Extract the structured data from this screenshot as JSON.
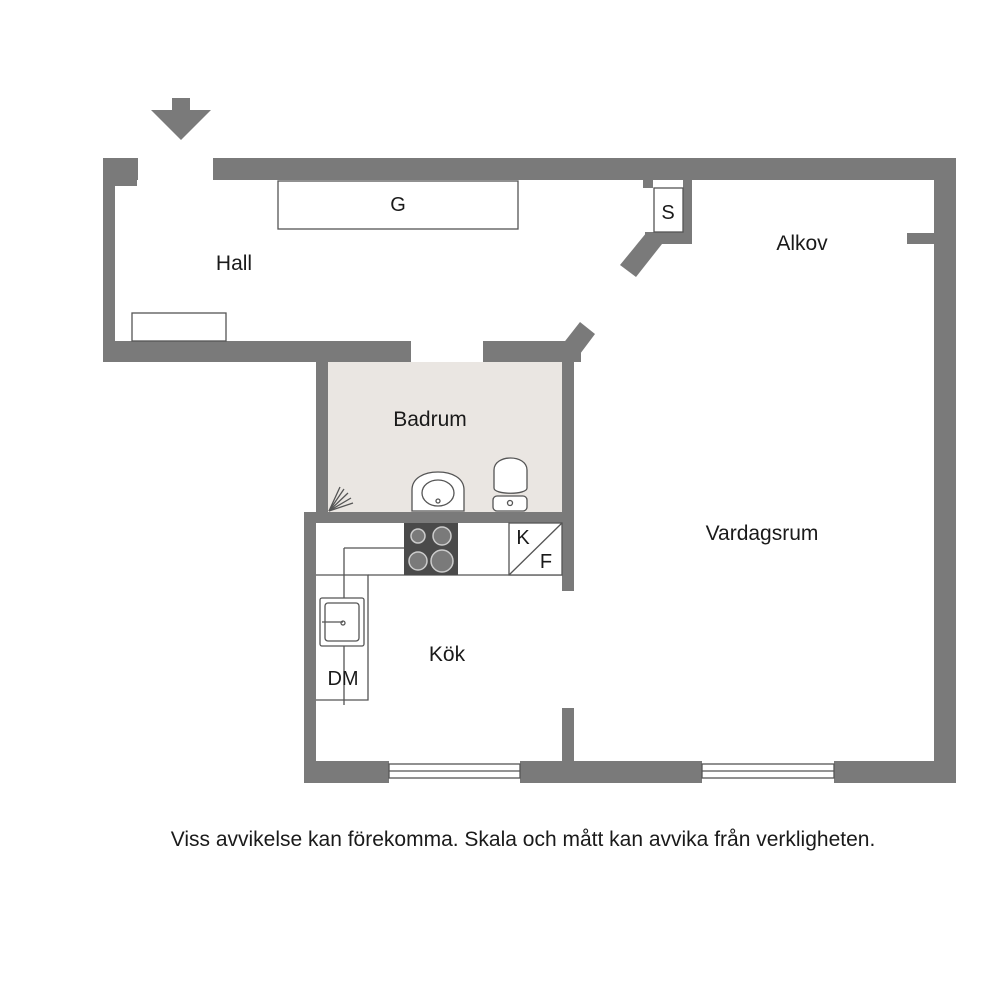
{
  "colors": {
    "wall": "#7a7a7a",
    "bathroom_floor": "#eae6e2",
    "fixture_stroke": "#555555",
    "text": "#1a1a1a"
  },
  "icons": {
    "entrance": "entrance-arrow-icon",
    "stove": "stove-icon",
    "sink": "sink-icon",
    "washbasin": "washbasin-icon",
    "toilet": "toilet-icon",
    "shower": "shower-icon"
  },
  "rooms": {
    "hall": "Hall",
    "badrum": "Badrum",
    "alkov": "Alkov",
    "vardagsrum": "Vardagsrum",
    "kok": "Kök"
  },
  "fixtures": {
    "wardrobe": "G",
    "storage": "S",
    "fridge": "K",
    "freezer": "F",
    "dishwasher": "DM"
  },
  "disclaimer": "Viss avvikelse kan förekomma. Skala och mått kan avvika från verkligheten."
}
